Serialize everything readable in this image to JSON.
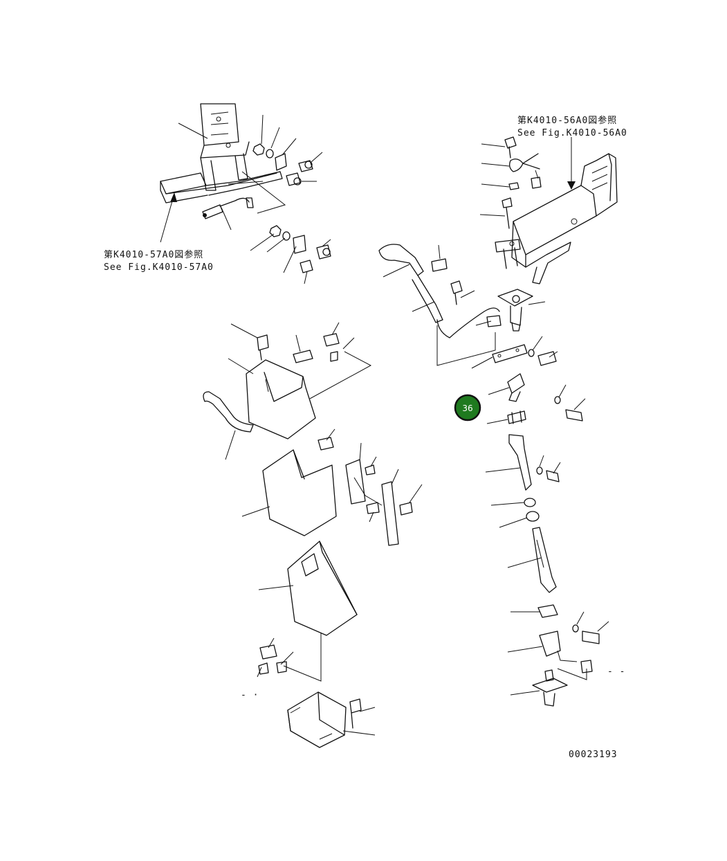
{
  "references": {
    "upper_left": {
      "line1": "第K4010-57A0図参照",
      "line2": "See Fig.K4010-57A0"
    },
    "upper_right": {
      "line1": "第K4010-56A0図参照",
      "line2": "See Fig.K4010-56A0"
    }
  },
  "callout": {
    "number": "36",
    "color": "#1f7a1f"
  },
  "drawing_number": "00023193",
  "marks": {
    "dash_left": "- ·",
    "dash_right": "- -"
  }
}
